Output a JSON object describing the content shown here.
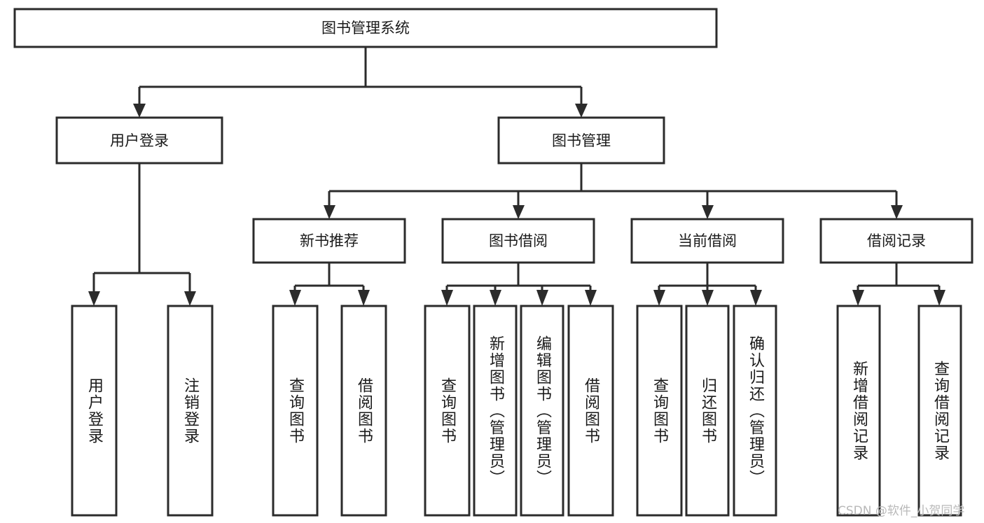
{
  "diagram": {
    "title": "图书管理系统",
    "type": "tree-hierarchy",
    "watermark": "CSDN @软件_小贺同学",
    "nodes": {
      "root": {
        "label": "图书管理系统",
        "level": 1
      },
      "user_login": {
        "label": "用户登录",
        "level": 2
      },
      "book_manage": {
        "label": "图书管理",
        "level": 2
      },
      "new_book_rec": {
        "label": "新书推荐",
        "level": 3
      },
      "book_borrow": {
        "label": "图书借阅",
        "level": 3
      },
      "current_borrow": {
        "label": "当前借阅",
        "level": 3
      },
      "borrow_record": {
        "label": "借阅记录",
        "level": 3
      },
      "leaf_user_login": {
        "label": "用户登录",
        "level": 4
      },
      "leaf_logout": {
        "label": "注销登录",
        "level": 4
      },
      "leaf_query_book_1": {
        "label": "查询图书",
        "level": 4
      },
      "leaf_borrow_book_1": {
        "label": "借阅图书",
        "level": 4
      },
      "leaf_query_book_2": {
        "label": "查询图书",
        "level": 4
      },
      "leaf_add_book": {
        "label": "新增图书（管理员）",
        "level": 4
      },
      "leaf_edit_book": {
        "label": "编辑图书（管理员）",
        "level": 4
      },
      "leaf_borrow_book_2": {
        "label": "借阅图书",
        "level": 4
      },
      "leaf_query_book_3": {
        "label": "查询图书",
        "level": 4
      },
      "leaf_return_book": {
        "label": "归还图书",
        "level": 4
      },
      "leaf_confirm_return": {
        "label": "确认归还（管理员）",
        "level": 4
      },
      "leaf_add_record": {
        "label": "新增借阅记录",
        "level": 4
      },
      "leaf_query_record": {
        "label": "查询借阅记录",
        "level": 4
      }
    },
    "colors": {
      "box_stroke": "#2b2b2b",
      "box_fill": "#ffffff",
      "connector": "#2b2b2b",
      "text": "#1a1a1a",
      "watermark": "#b9b9b9",
      "background": "#ffffff"
    }
  }
}
